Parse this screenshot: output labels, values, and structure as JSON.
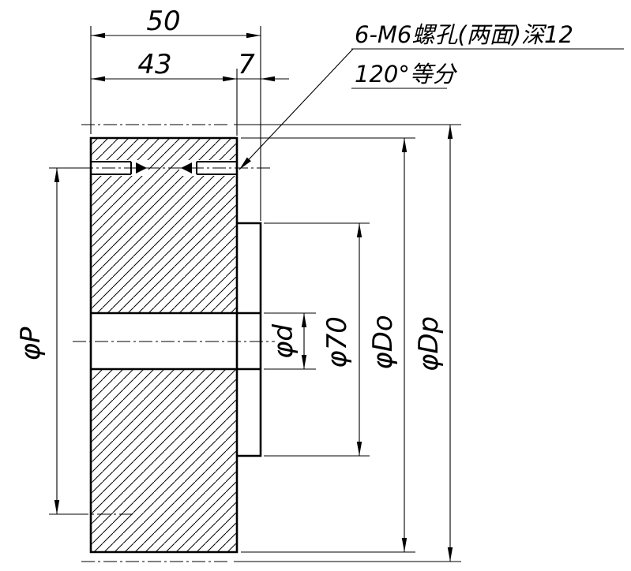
{
  "drawing": {
    "title": "gear-section-drawing",
    "dimensions": {
      "total_width": "50",
      "body_width": "43",
      "boss_width": "7",
      "bolt_circle": "φP",
      "bore": "φd",
      "boss_diameter": "φ70",
      "outer_diameter": "φDo",
      "pitch_diameter": "φDp"
    },
    "notes": {
      "line1": "6-M6螺孔(两面)深12",
      "line2": "120°等分"
    },
    "colors": {
      "line": "#000000",
      "background": "#ffffff"
    }
  }
}
